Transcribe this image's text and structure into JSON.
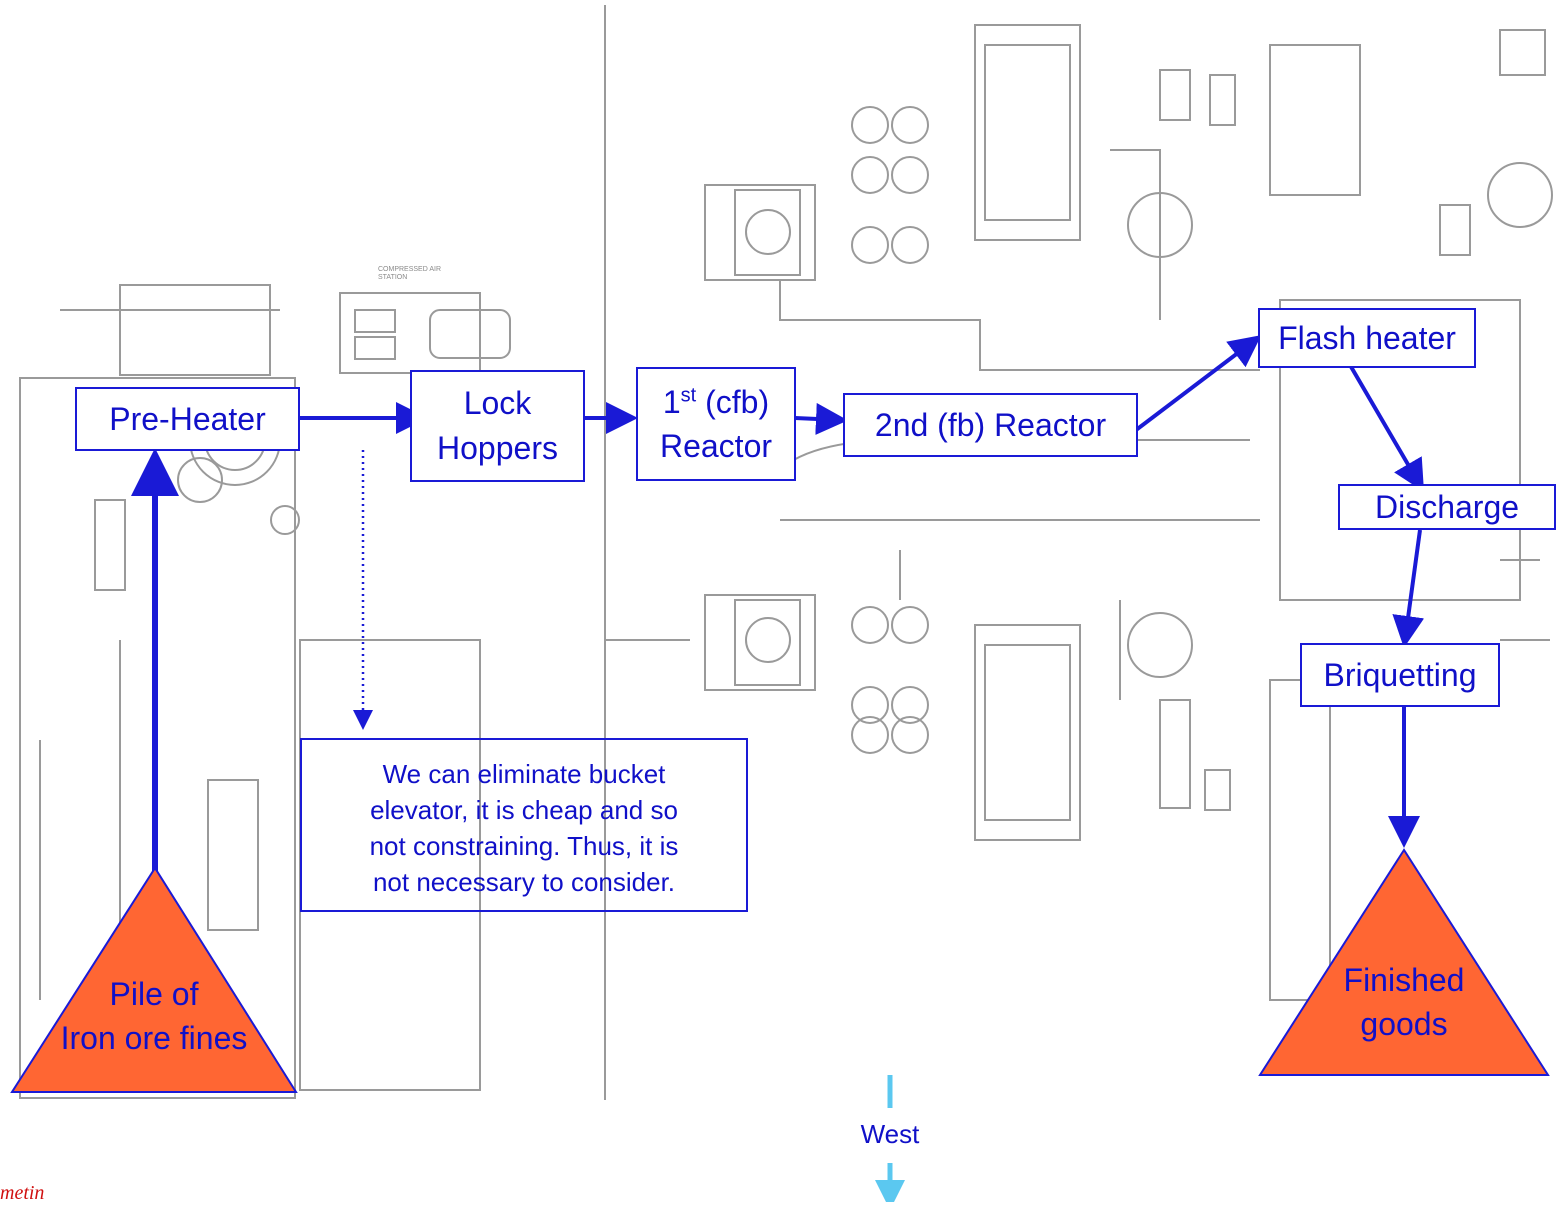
{
  "drawing_labels": {
    "station": "COMPRESSED AIR STATION"
  },
  "process_boxes": {
    "preheater": "Pre-Heater",
    "lock_hoppers_1": "Lock",
    "lock_hoppers_2": "Hoppers",
    "reactor1_base": "1",
    "reactor1_sup": "st",
    "reactor1_rest": "(cfb)",
    "reactor1_line2": "Reactor",
    "reactor2": "2nd (fb) Reactor",
    "flash_heater": "Flash heater",
    "discharge": "Discharge",
    "briquetting": "Briquetting"
  },
  "note": {
    "line1": "We can eliminate bucket",
    "line2": "elevator, it is cheap and so",
    "line3": "not constraining. Thus, it is",
    "line4": "not necessary to consider."
  },
  "piles": {
    "input_line1": "Pile of",
    "input_line2": "Iron ore fines",
    "output_line1": "Finished",
    "output_line2": "goods"
  },
  "compass": {
    "label": "West"
  },
  "colors": {
    "box_text": "#1010c8",
    "arrow": "#1a1ad6",
    "pile": "#ff6633",
    "compass_arrow": "#5bc8f0",
    "drawing": "#9a9a9a"
  },
  "watermark": "metin"
}
